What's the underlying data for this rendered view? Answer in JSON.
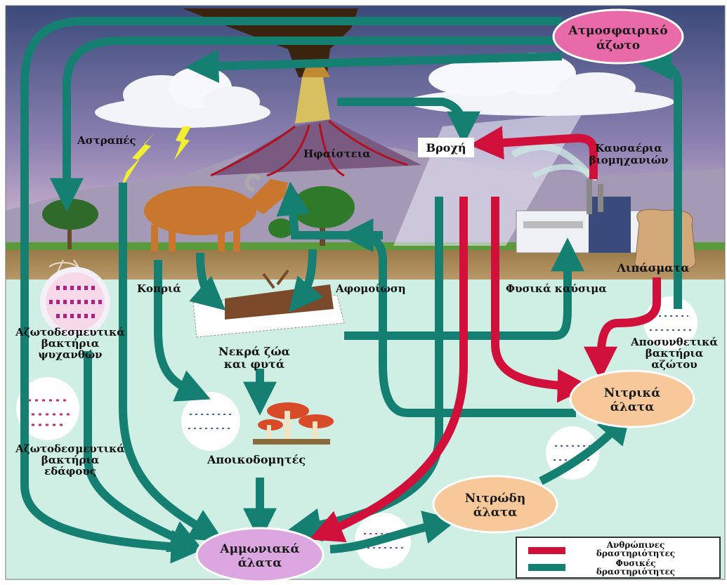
{
  "labels": {
    "atmospheric_nitrogen": [
      "Ατμοσφαιρικό",
      "άζωτο"
    ],
    "lightning": "Αστραπές",
    "volcanoes": "Ηφαίστεια",
    "rain": "Βροχή",
    "industrial_gases": [
      "Καυσαέρια",
      "βιομηχανιών"
    ],
    "fertilizers": "Λιπάσματα",
    "manure": "Κοπριά",
    "assimilation": "Αφομοίωση",
    "fossil_fuels": "Φυσικά καύσιμα",
    "legume_bacteria": [
      "Αζωτοδεσμευτικά",
      "βακτήρια",
      "ψυχανθών"
    ],
    "dead_matter": [
      "Νεκρά ζώα",
      "και φυτά"
    ],
    "denitrifying_bacteria": [
      "Αποσυνθετικά",
      "βακτήρια",
      "αζώτου"
    ],
    "nitrates": [
      "Νιτρικά",
      "άλατα"
    ],
    "soil_bacteria": [
      "Αζωτοδεσμευτικά",
      "βακτήρια",
      "εδάφους"
    ],
    "decomposers": "Αποικοδομητές",
    "nitrites": [
      "Νιτρώδη",
      "άλατα"
    ],
    "ammonium": [
      "Αμμωνιακά",
      "άλατα"
    ]
  },
  "legend": {
    "human": [
      "Ανθρώπινες",
      "δραστηριότητες"
    ],
    "natural": [
      "Φυσικές",
      "δραστηριότητες"
    ]
  },
  "colors": {
    "human_arrow": "#d0103a",
    "natural_arrow": "#157f72",
    "sky_top": "#3b4a7a",
    "sky_bottom": "#d9b8d6",
    "soil": "#8a6a3a",
    "underground": "#cfeee4"
  }
}
